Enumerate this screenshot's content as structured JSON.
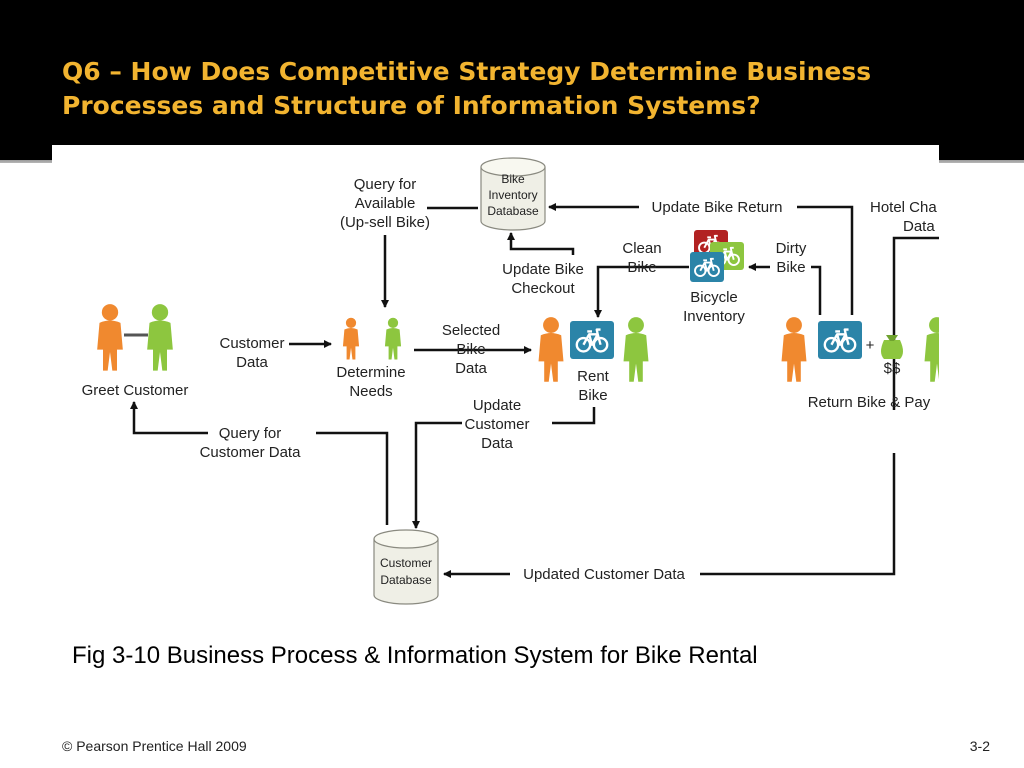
{
  "slide": {
    "title": "Q6 – How Does Competitive Strategy Determine Business Processes and Structure of Information Systems?",
    "caption": "Fig 3-10 Business Process & Information System for Bike Rental",
    "footer_copyright": "© Pearson Prentice Hall 2009",
    "page_number": "3-2"
  },
  "colors": {
    "title": "#f2b430",
    "orange_person": "#f0892f",
    "green_person": "#8dc63f",
    "bike_icon_bg": "#2b84a8",
    "dirty_bike_bg": "#b22222"
  },
  "diagram": {
    "databases": {
      "bike_inventory": [
        "Bike",
        "Inventory",
        "Database"
      ],
      "customer": [
        "Customer",
        "Database"
      ]
    },
    "labels": {
      "query_available": [
        "Query for",
        "Available",
        "(Up-sell Bike)"
      ],
      "update_bike_return": "Update Bike Return",
      "hotel_charge_data": [
        "Hotel Cha",
        "Data"
      ],
      "update_bike_checkout": [
        "Update Bike",
        "Checkout"
      ],
      "clean_bike": [
        "Clean",
        "Bike"
      ],
      "dirty_bike": [
        "Dirty",
        "Bike"
      ],
      "bicycle_inventory": [
        "Bicycle",
        "Inventory"
      ],
      "customer_data": [
        "Customer",
        "Data"
      ],
      "selected_bike_data": [
        "Selected",
        "Bike",
        "Data"
      ],
      "greet_customer": "Greet Customer",
      "determine_needs": [
        "Determine",
        "Needs"
      ],
      "rent_bike": [
        "Rent",
        "Bike"
      ],
      "plus": "+",
      "money": "$$",
      "return_bike_pay": "Return Bike & Pay",
      "update_customer_data": [
        "Update",
        "Customer",
        "Data"
      ],
      "query_customer_data": [
        "Query for",
        "Customer Data"
      ],
      "updated_customer_data": "Updated Customer Data"
    }
  }
}
